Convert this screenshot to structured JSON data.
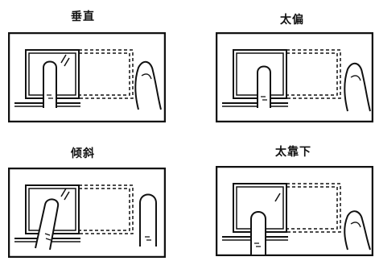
{
  "panels": [
    {
      "title": "垂直"
    },
    {
      "title": "太偏"
    },
    {
      "title": "倾斜"
    },
    {
      "title": "太靠下"
    }
  ],
  "colors": {
    "line": "#111111",
    "background": "#ffffff"
  }
}
